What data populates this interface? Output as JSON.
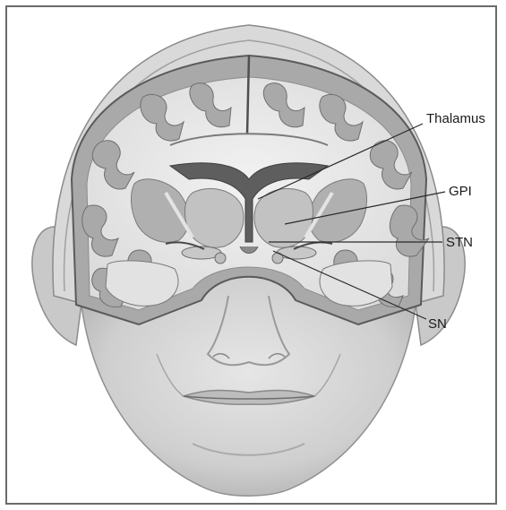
{
  "labels": {
    "thalamus": "Thalamus",
    "gpi": "GPI",
    "stn": "STN",
    "sn": "SN"
  },
  "colors": {
    "skin": "#d2d2d2",
    "skin_shadow": "#b9b9b9",
    "cortex": "#a9a9a9",
    "white_matter": "#e9e9e9",
    "ventricle": "#5e5e5e",
    "nuclei": "#b5b5b5",
    "line": "#2a2a2a"
  }
}
